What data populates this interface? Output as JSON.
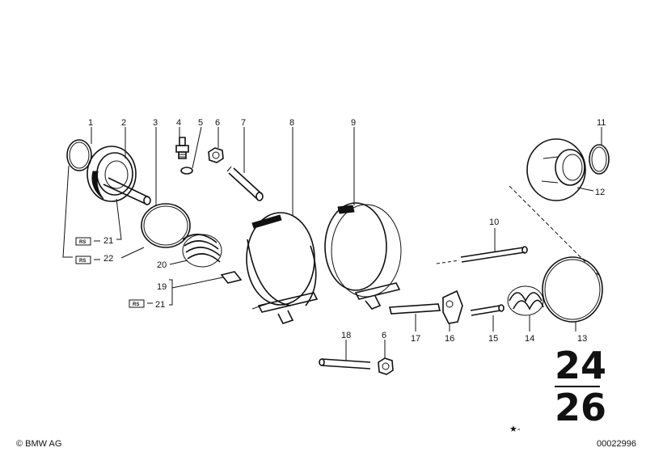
{
  "callouts": {
    "p1": "1",
    "p2": "2",
    "p3": "3",
    "p4": "4",
    "p5": "5",
    "p6a": "6",
    "p7": "7",
    "p8": "8",
    "p9": "9",
    "p10": "10",
    "p11": "11",
    "p12": "12",
    "p13": "13",
    "p14": "14",
    "p15": "15",
    "p16": "16",
    "p17": "17",
    "p18": "18",
    "p6b": "6",
    "p19": "19",
    "p20": "20",
    "p21a": "21",
    "p22": "22",
    "p21b": "21"
  },
  "rs_badge": "RS",
  "group_number": {
    "top": "24",
    "bottom": "26"
  },
  "footer": {
    "copyright": "© BMW AG",
    "image_number": "00022996",
    "marker": "★-"
  }
}
